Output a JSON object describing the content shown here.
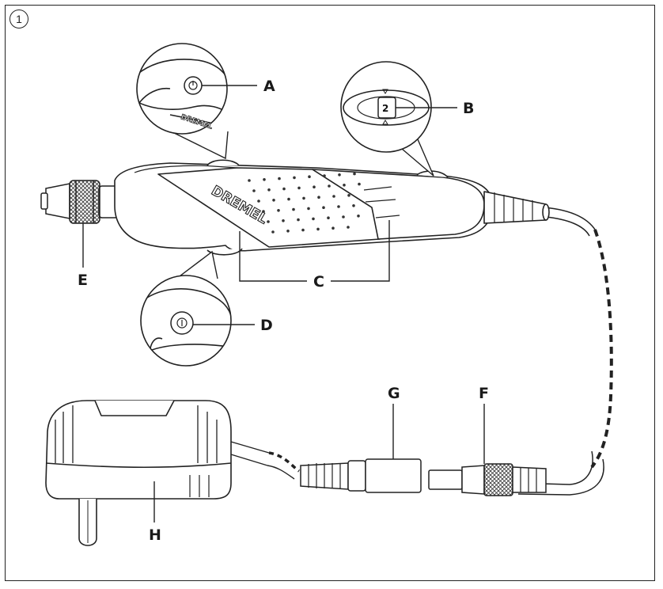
{
  "figure_number": "1",
  "brand": "DREMEL",
  "switch_value": "2",
  "callouts": {
    "A": "A",
    "B": "B",
    "C": "C",
    "D": "D",
    "E": "E",
    "F": "F",
    "G": "G",
    "H": "H"
  }
}
